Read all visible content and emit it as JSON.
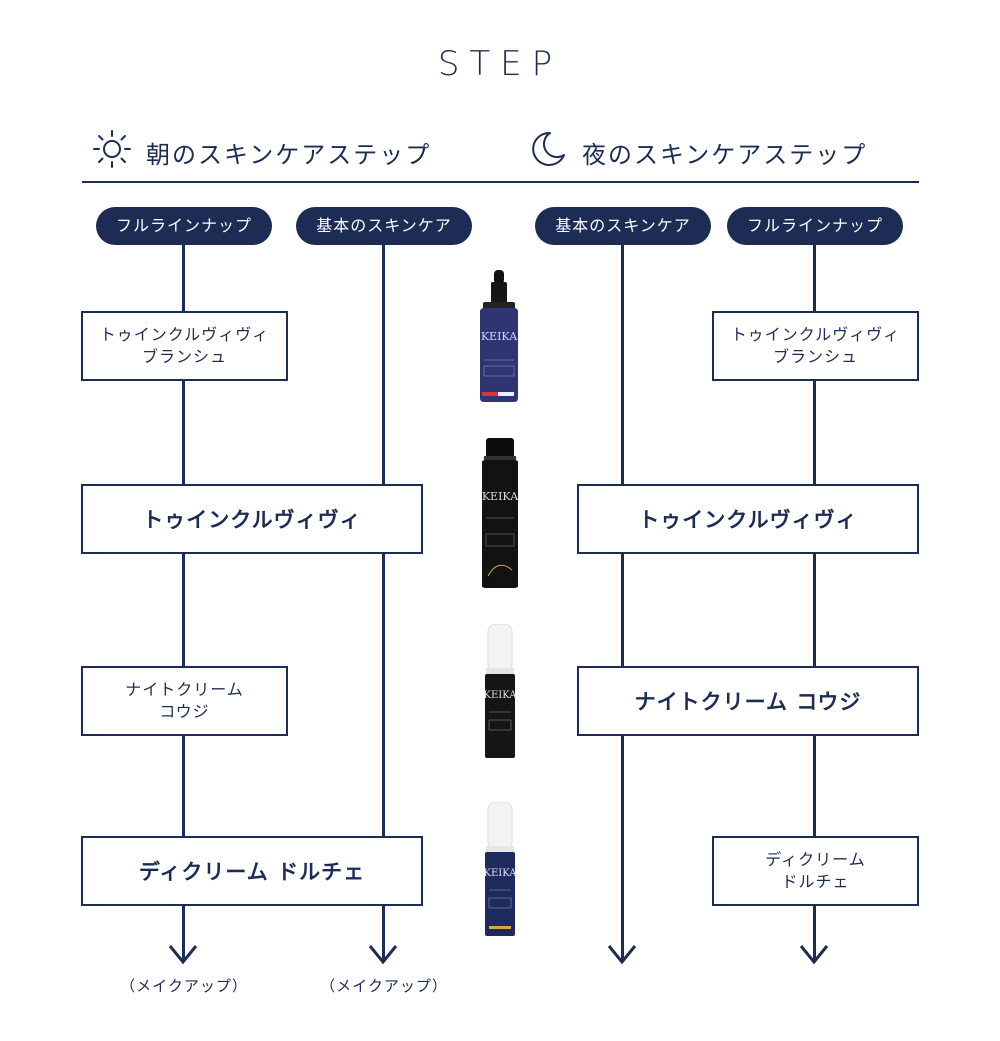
{
  "title": "STEP",
  "morning": {
    "heading": "朝のスキンケアステップ",
    "icon": "sun-icon",
    "pill_full": "フルラインナップ",
    "pill_basic": "基本のスキンケア",
    "step1_full": "トゥインクルヴィヴィ\nブランシュ",
    "step2": "トゥインクルヴィヴィ",
    "step3_full": "ナイトクリーム\nコウジ",
    "step4": "ディクリーム ドルチェ",
    "after_full": "（メイクアップ）",
    "after_basic": "（メイクアップ）"
  },
  "night": {
    "heading": "夜のスキンケアステップ",
    "icon": "moon-icon",
    "pill_basic": "基本のスキンケア",
    "pill_full": "フルラインナップ",
    "step1_full": "トゥインクルヴィヴィ\nブランシュ",
    "step2": "トゥインクルヴィヴィ",
    "step3": "ナイトクリーム コウジ",
    "step4_full": "ディクリーム\nドルチェ"
  },
  "products": [
    {
      "name": "dropper-serum-bottle",
      "brand": "KEIKA"
    },
    {
      "name": "toner-bottle",
      "brand": "KEIKA"
    },
    {
      "name": "night-cream-pump",
      "brand": "KEIKA"
    },
    {
      "name": "day-cream-pump",
      "brand": "KEIKA"
    }
  ],
  "colors": {
    "navy": "#1c2c55",
    "white": "#ffffff"
  }
}
